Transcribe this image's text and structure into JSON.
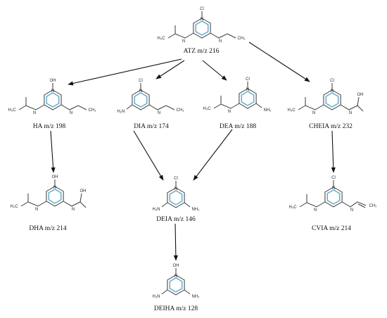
{
  "compounds": [
    {
      "label": "ATZ m/z 216",
      "top": "Cl",
      "left": "H₃C",
      "right": "CH₃"
    },
    {
      "label": "HA  m/z 198",
      "top": "OH",
      "left": "H₃C",
      "right": "CH₃"
    },
    {
      "label": "DIA m/z 174",
      "top": "Cl",
      "left": "H₂N",
      "right": "CH₃"
    },
    {
      "label": "DEA  m/z 188",
      "top": "Cl",
      "left": "H₃C",
      "right": "NH₂"
    },
    {
      "label": "CHEIA m/z 232",
      "top": "Cl",
      "left": "H₃C",
      "right": "OH"
    },
    {
      "label": "DHA  m/z 214",
      "top": "OH",
      "left": "H₃C",
      "right": "OH"
    },
    {
      "label": "DEIA m/z 146",
      "top": "Cl",
      "left": "H₂N",
      "right": "NH₂"
    },
    {
      "label": "CVIA  m/z 214",
      "top": "Cl",
      "left": "H₃C",
      "right": "CH₂"
    },
    {
      "label": "DEIHA m/z 128",
      "top": "OH",
      "left": "H₂N",
      "right": "NH₂"
    }
  ],
  "atoms": {
    "ring_n": "N",
    "amine_h": "H"
  }
}
